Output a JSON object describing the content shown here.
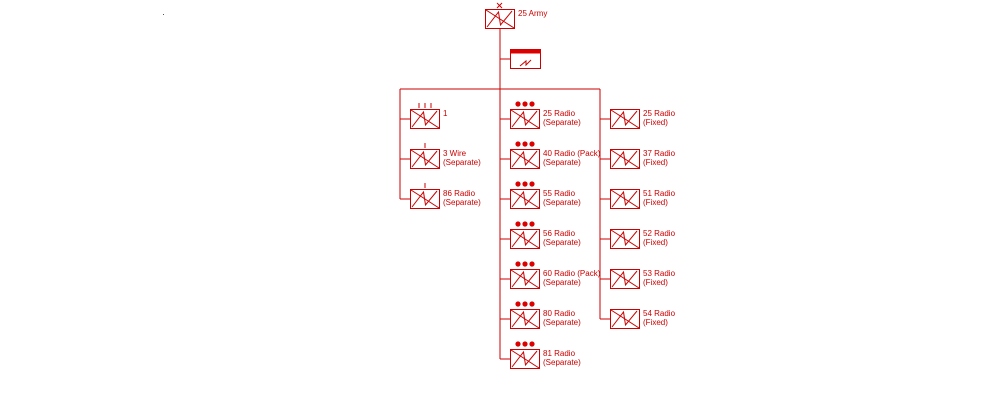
{
  "colors": {
    "line": "#cc0000",
    "fill": "#ffffff",
    "bar": "#dd0000"
  },
  "root": {
    "label": "25 Army",
    "icon": "signal-unit-symbol"
  },
  "hq": {
    "icon": "headquarters-signal-symbol"
  },
  "left_column": [
    {
      "line1": "1",
      "line2": "",
      "echelon": "III"
    },
    {
      "line1": "3 Wire",
      "line2": "(Separate)",
      "echelon": "I"
    },
    {
      "line1": "86 Radio",
      "line2": "(Separate)",
      "echelon": "I"
    }
  ],
  "middle_column": [
    {
      "line1": "25 Radio",
      "line2": "(Separate)",
      "echelon": "●●●"
    },
    {
      "line1": "40 Radio (Pack)",
      "line2": "(Separate)",
      "echelon": "●●●"
    },
    {
      "line1": "55 Radio",
      "line2": "(Separate)",
      "echelon": "●●●"
    },
    {
      "line1": "56 Radio",
      "line2": "(Separate)",
      "echelon": "●●●"
    },
    {
      "line1": "60 Radio (Pack)",
      "line2": "(Separate)",
      "echelon": "●●●"
    },
    {
      "line1": "80 Radio",
      "line2": "(Separate)",
      "echelon": "●●●"
    },
    {
      "line1": "81 Radio",
      "line2": "(Separate)",
      "echelon": "●●●"
    }
  ],
  "right_column": [
    {
      "line1": "25 Radio",
      "line2": "(Fixed)"
    },
    {
      "line1": "37 Radio",
      "line2": "(Fixed)"
    },
    {
      "line1": "51 Radio",
      "line2": "(Fixed)"
    },
    {
      "line1": "52 Radio",
      "line2": "(Fixed)"
    },
    {
      "line1": "53 Radio",
      "line2": "(Fixed)"
    },
    {
      "line1": "54 Radio",
      "line2": "(Fixed)"
    }
  ]
}
